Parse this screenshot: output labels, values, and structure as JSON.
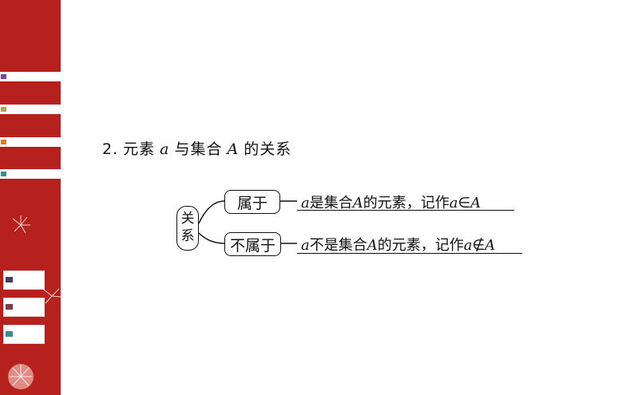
{
  "sidebar": {
    "stripes": [
      {
        "color": "#7a4a8f"
      },
      {
        "color": "#b5a24a"
      },
      {
        "color": "#e07a1e"
      },
      {
        "color": "#3d8a8a"
      }
    ],
    "boxes": [
      {
        "color": "#4a3a6a"
      },
      {
        "color": "#7a3a4a"
      },
      {
        "color": "#3d8a8a"
      }
    ]
  },
  "title": {
    "number": "2.",
    "part1": "元素",
    "var_a": "a",
    "part2": "与集合",
    "var_A": "A",
    "part3": "的关系"
  },
  "diagram": {
    "root_line1": "关",
    "root_line2": "系",
    "belongs_label": "属于",
    "not_belongs_label": "不属于",
    "belongs_desc": {
      "a": "a",
      "text1": "是集合",
      "A": "A",
      "text2": "的元素，记作",
      "a2": "a",
      "symbol": "∈",
      "A2": "A"
    },
    "not_belongs_desc": {
      "a": "a",
      "text1": "不是集合",
      "A": "A",
      "text2": "的元素，记作",
      "a2": "a",
      "symbol": "∉",
      "A2": "A"
    }
  }
}
